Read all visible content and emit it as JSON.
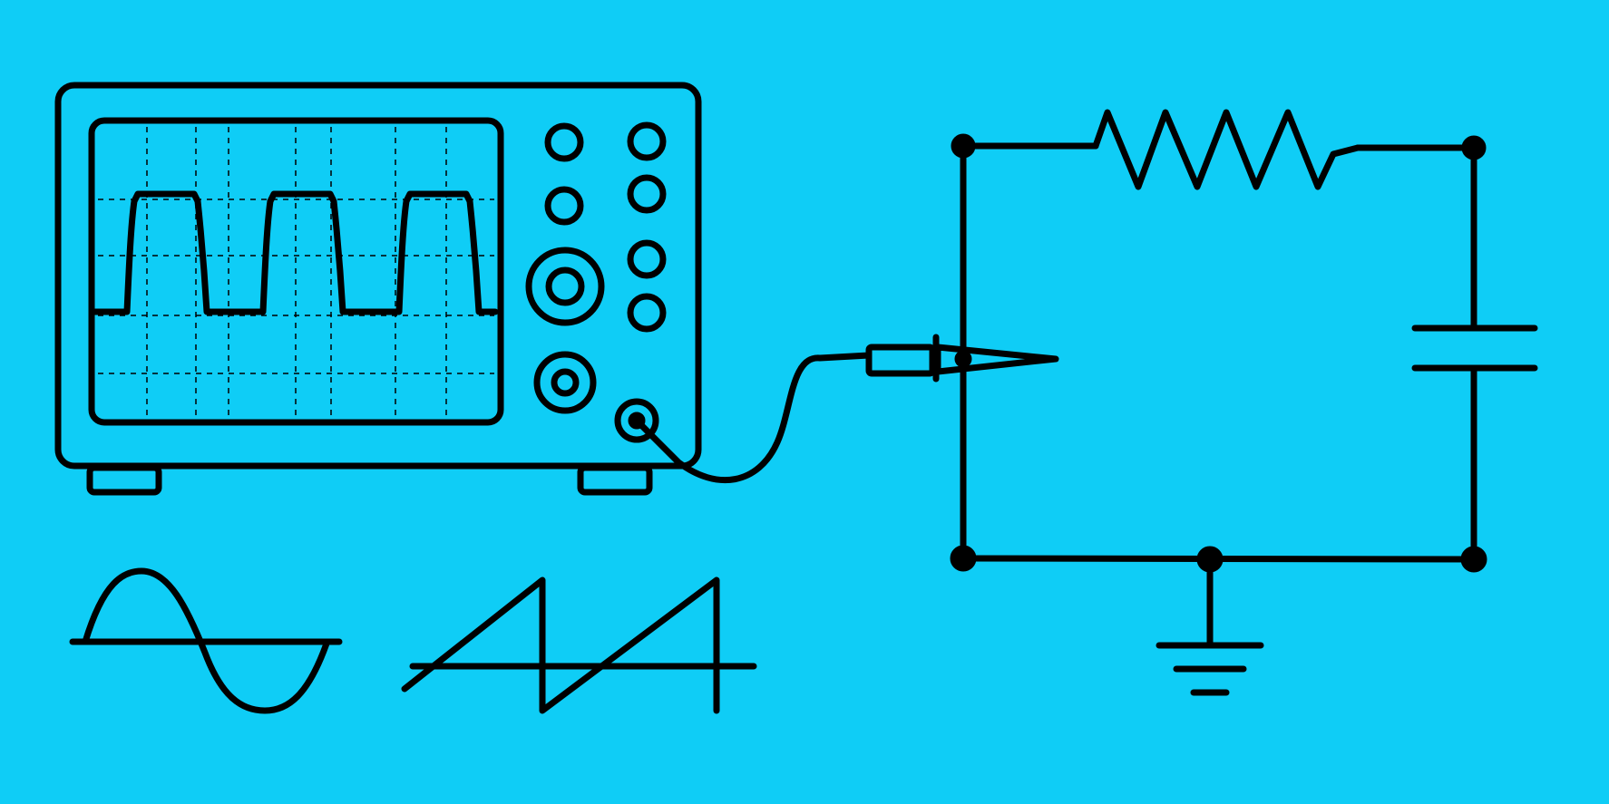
{
  "colors": {
    "background": "#0fcdf6",
    "line": "#000000"
  },
  "illustration": {
    "oscilloscope": {
      "screen_trace": "square-wave",
      "grid": true,
      "knobs_small": 7,
      "knobs_large": 2,
      "probe_connected": true
    },
    "circuit": {
      "components": [
        "resistor",
        "capacitor",
        "ground"
      ],
      "junction_nodes": 7
    },
    "waveform_icons": [
      "sine-wave",
      "sawtooth-wave"
    ]
  }
}
